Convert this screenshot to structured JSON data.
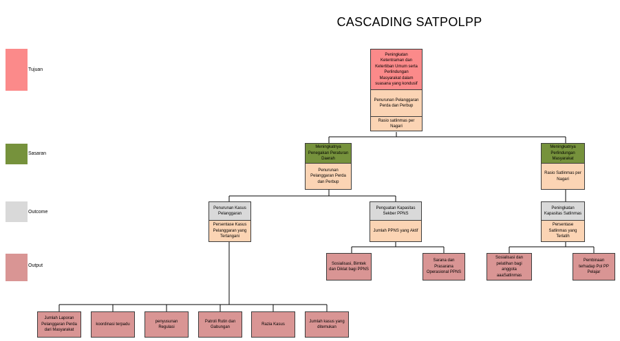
{
  "title": "CASCADING SATPOLPP",
  "legend": {
    "tujuan": "Tujuan",
    "sasaran": "Sasaran",
    "outcome": "Outcome",
    "output": "Output"
  },
  "colors": {
    "tujuan": "#fb8a8a",
    "indikator": "#fbd4b4",
    "sasaran": "#76923c",
    "outcome": "#d9d9d9",
    "output": "#d99594"
  },
  "tujuan": {
    "title": "Peningkatan Ketentraman dan Ketertiban Umum serta Perlindungan Masyarakat dalam suasana yang kondusif",
    "indicator1": "Penurunan Pelanggaran Perda dan Perbup",
    "indicator2": "Rasio satlinmas per Nagari"
  },
  "sasaran": [
    {
      "title": "Meningkatnya Penegakan Peraturan Daerah",
      "indicator": "Penurunan Pelanggaran Perda dan Perbup"
    },
    {
      "title": "Meningkatnya Perlindungan Masyarakat",
      "indicator": "Rasio Satlinmas per Nagari"
    }
  ],
  "outcomes": [
    {
      "title": "Penurunan Kasus Pelanggaran",
      "indicator": "Persentase Kasus Pelanggaran yang Tertangani"
    },
    {
      "title": "Penguatan Kapasitas Sekber PPNS",
      "indicator": "Jumlah PPNS yang Aktif"
    },
    {
      "title": "Peningkatan Kapasitas Satlinmas",
      "indicator": "Persentase Satlinmas yang Terlatih"
    }
  ],
  "outputs_ppns": [
    "Sosialisasi, Bimtek dan Diklat bagi PPNS",
    "Sarana dan Prasarana Operasional PPNS"
  ],
  "outputs_linmas": [
    "Sosialisasi dan pelatihan bagi anggota aaaSatlinmas",
    "Pembinaan terhadap Pol PP Pelajar"
  ],
  "outputs_kasus": [
    "Jumlah Laporan Pelanggaran Perda dari Masyarakat",
    "koordinasi terpadu",
    "penyusunan Regulasi",
    "Patroli Rutin dan Gabungan",
    "Razia Kasus",
    "Jumlah kasus yang ditemukan"
  ]
}
